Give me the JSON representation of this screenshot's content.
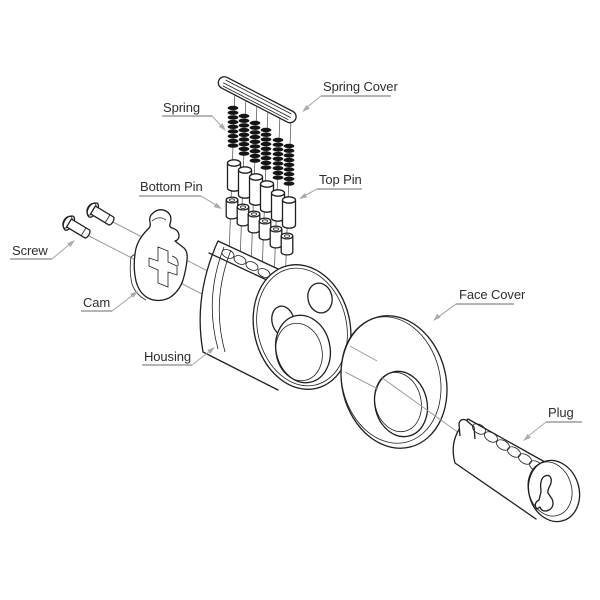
{
  "diagram": {
    "type": "exploded-parts-diagram",
    "subject": "lock cylinder assembly",
    "labels": {
      "spring": "Spring",
      "spring_cover": "Spring Cover",
      "bottom_pin": "Bottom Pin",
      "top_pin": "Top Pin",
      "screw": "Screw",
      "cam": "Cam",
      "housing": "Housing",
      "face_cover": "Face Cover",
      "plug": "Plug"
    },
    "parts": [
      {
        "name": "Spring",
        "qty": 6
      },
      {
        "name": "Spring Cover",
        "qty": 1
      },
      {
        "name": "Bottom Pin",
        "qty": 6
      },
      {
        "name": "Top Pin",
        "qty": 6
      },
      {
        "name": "Screw",
        "qty": 2
      },
      {
        "name": "Cam",
        "qty": 1
      },
      {
        "name": "Housing",
        "qty": 1
      },
      {
        "name": "Face Cover",
        "qty": 1
      },
      {
        "name": "Plug",
        "qty": 1
      }
    ],
    "colors": {
      "background": "#ffffff",
      "line": "#1f1f1f",
      "text": "#2e2e2e",
      "leader": "#ababab",
      "underline": "#6b6b6b",
      "spring_fill": "#141414"
    }
  }
}
